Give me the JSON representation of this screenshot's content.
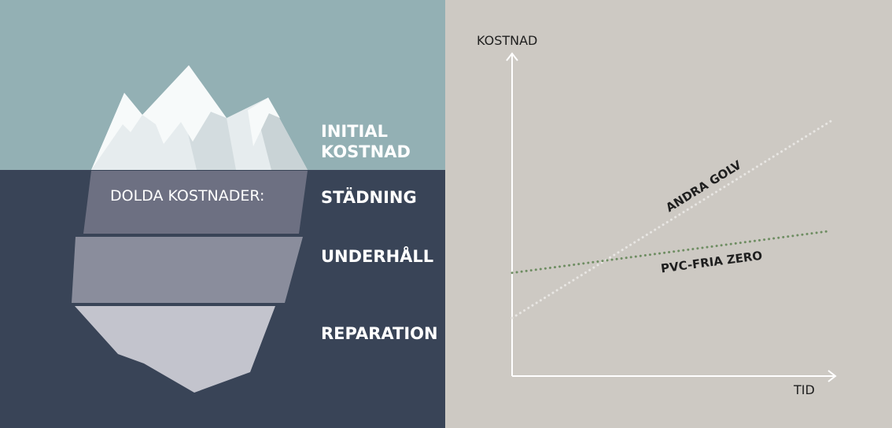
{
  "iceberg": {
    "colors": {
      "sky": "#93b0b4",
      "sea": "#394457",
      "ice": "#e6ecee",
      "ice_dark": "#c2ccd0",
      "band1": "#6d7082",
      "band2": "#8a8d9c",
      "band3": "#c3c4cd"
    },
    "layers": [
      {
        "label_line1": "INITIAL",
        "label_line2": "KOSTNAD"
      },
      {
        "label": "STÄDNING"
      },
      {
        "label": "UNDERHÅLL"
      },
      {
        "label": "REPARATION"
      }
    ],
    "hidden_costs_label": "DOLDA KOSTNADER:"
  },
  "chart_data": {
    "type": "line",
    "background": "#cdc9c3",
    "axis_color": "#ffffff",
    "ylabel": "KOSTNAD",
    "xlabel": "TID",
    "xlim": [
      0,
      100
    ],
    "ylim": [
      0,
      100
    ],
    "series": [
      {
        "name": "ANDRA GOLV",
        "color": "#e8e6e3",
        "style": "dotted",
        "x": [
          0,
          100
        ],
        "y": [
          18,
          79
        ]
      },
      {
        "name": "PVC-FRIA ZERO",
        "color": "#6e8d62",
        "style": "dotted",
        "x": [
          0,
          100
        ],
        "y": [
          32,
          45
        ]
      }
    ]
  }
}
